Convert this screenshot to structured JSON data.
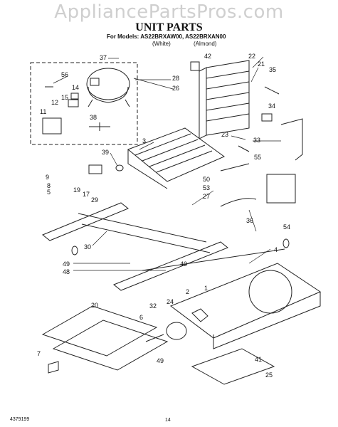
{
  "watermark": "AppliancePartsPros.com",
  "title": "UNIT PARTS",
  "models": "For Models: AS22BRXAW00, AS22BRXAN00",
  "variants": [
    "(White)",
    "(Almond)"
  ],
  "callouts": [
    "37",
    "56",
    "12",
    "15",
    "14",
    "11",
    "38",
    "28",
    "26",
    "42",
    "22",
    "21",
    "35",
    "34",
    "3",
    "39",
    "23",
    "33",
    "55",
    "9",
    "8",
    "19",
    "17",
    "29",
    "5",
    "50",
    "53",
    "27",
    "36",
    "30",
    "54",
    "49",
    "48",
    "40",
    "4",
    "20",
    "32",
    "24",
    "2",
    "1",
    "6",
    "49",
    "7",
    "41",
    "25"
  ],
  "footer": {
    "code": "4379199",
    "page": "14"
  }
}
